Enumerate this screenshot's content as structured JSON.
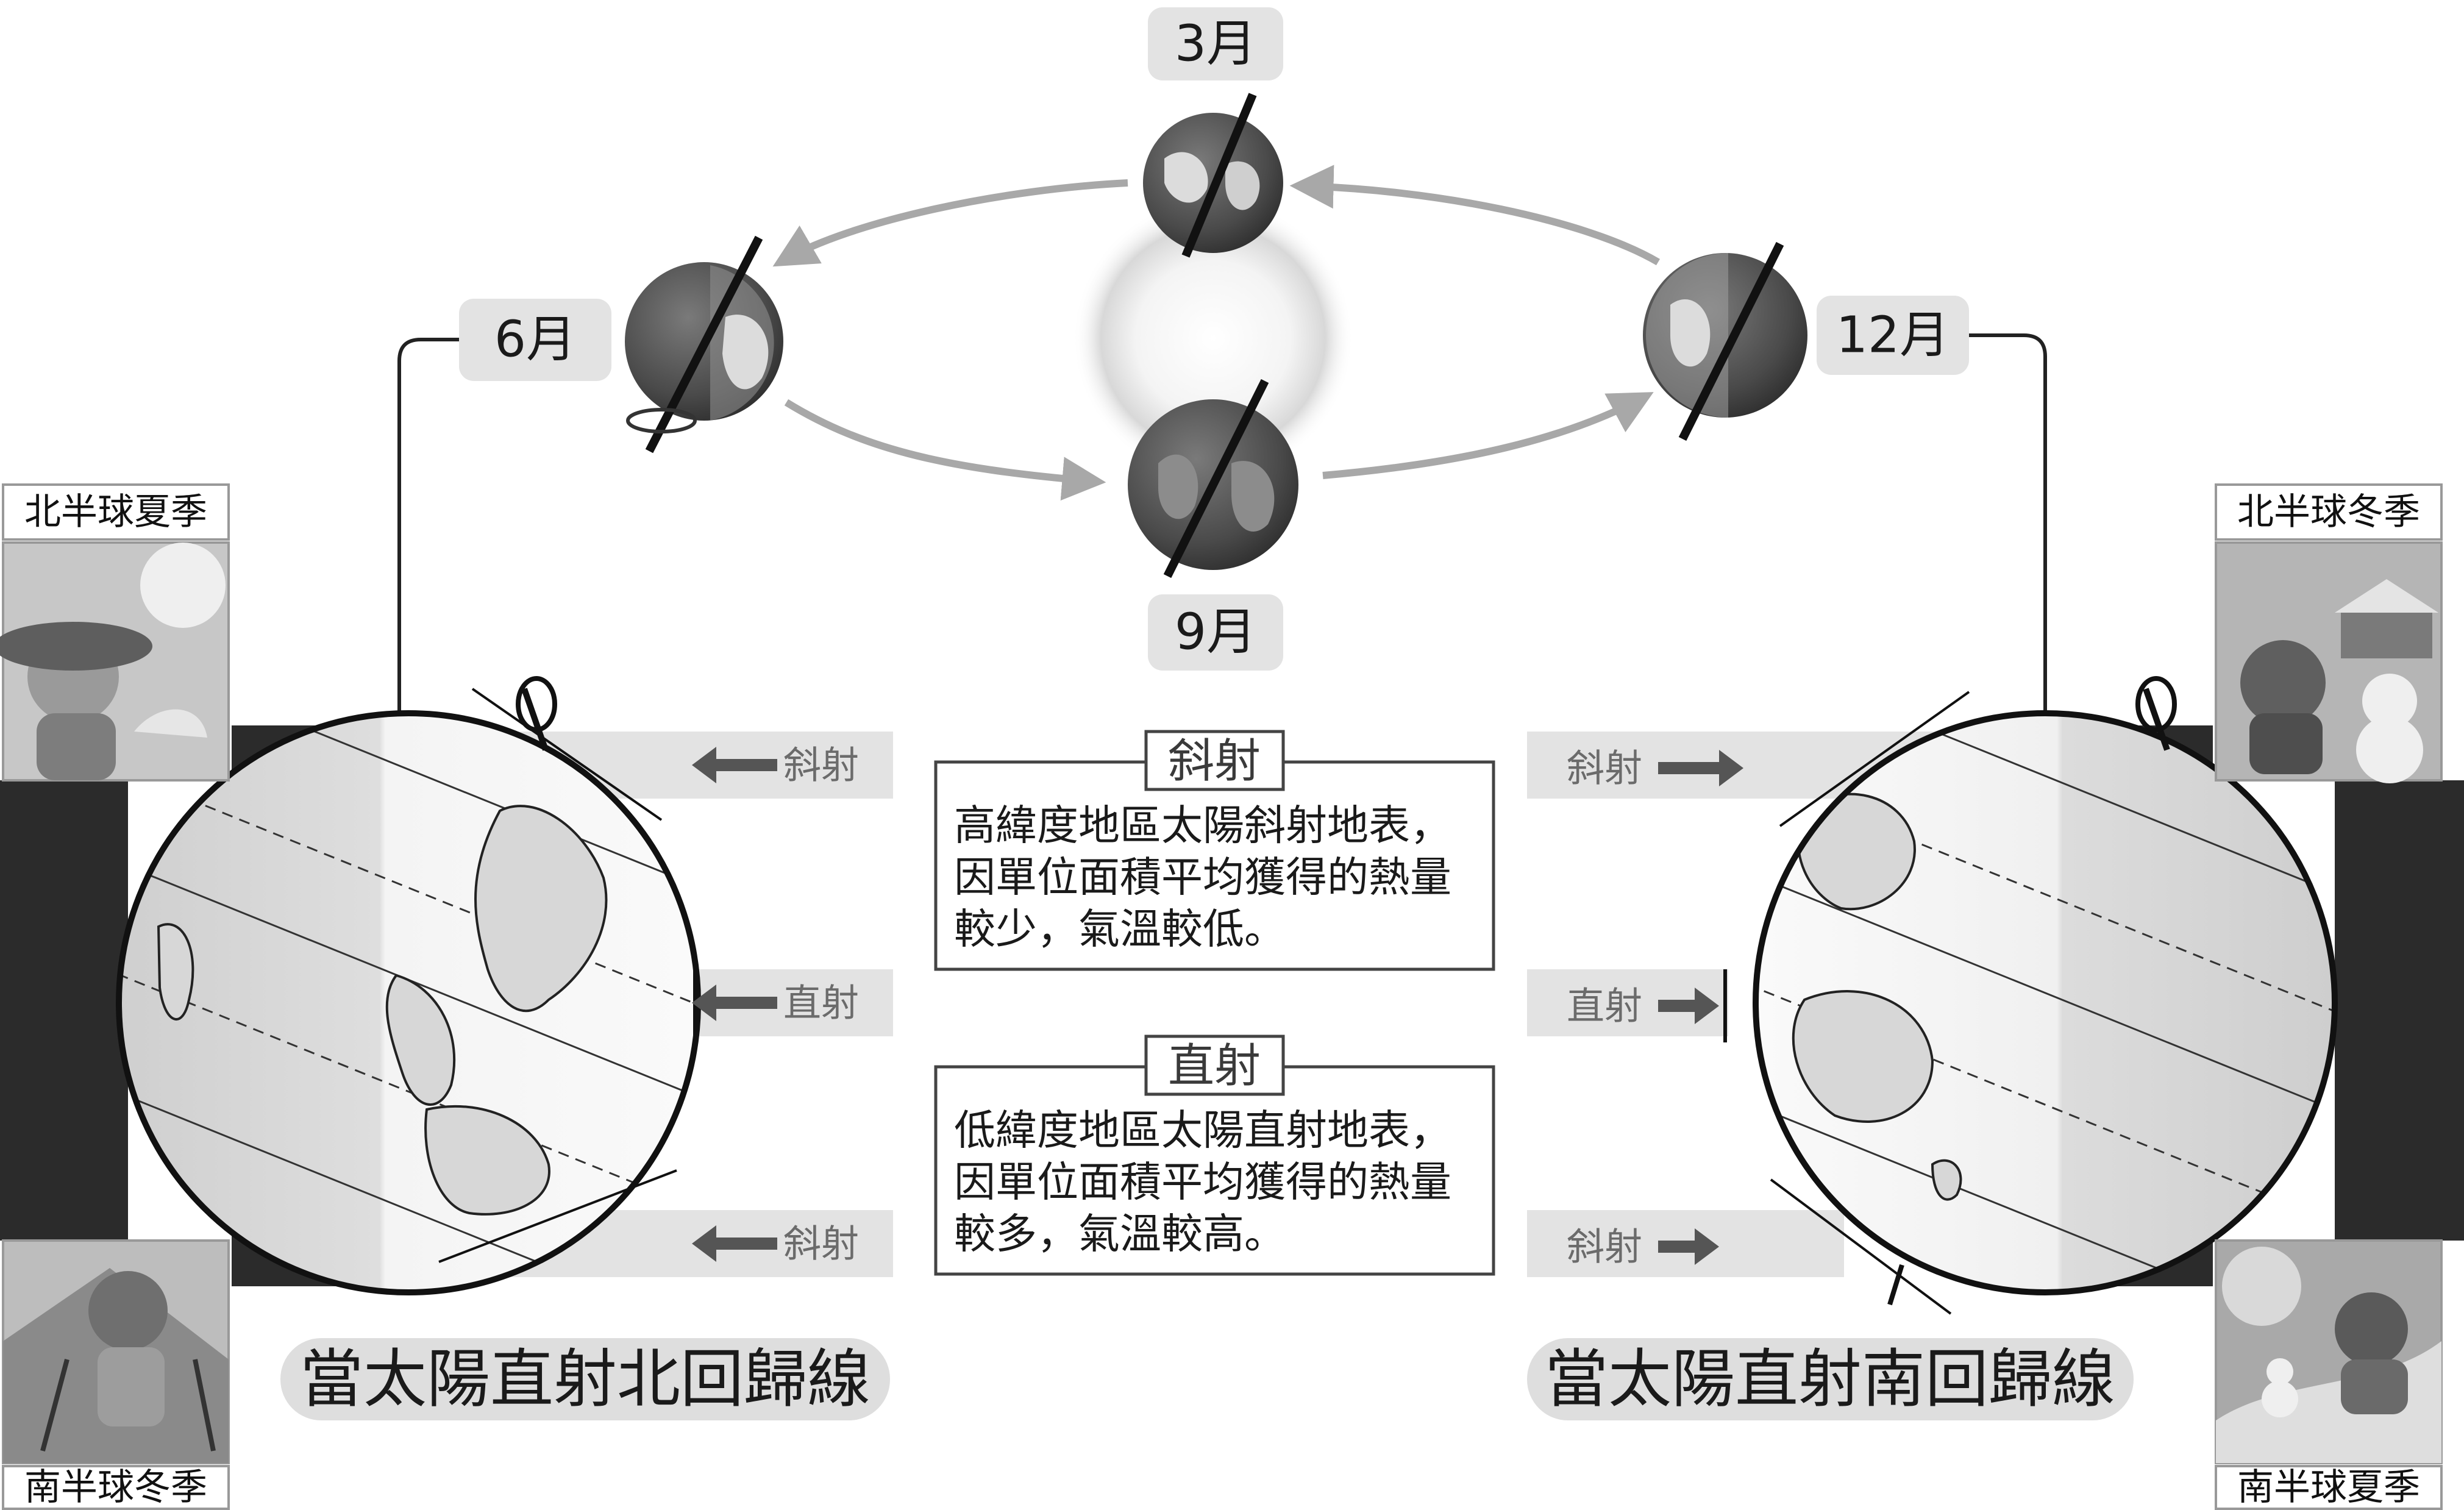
{
  "months": {
    "march": "3月",
    "june": "6月",
    "september": "9月",
    "december": "12月"
  },
  "seasons": {
    "left_top": "北半球夏季",
    "left_bottom": "南半球冬季",
    "right_top": "北半球冬季",
    "right_bottom": "南半球夏季"
  },
  "rays": {
    "oblique": "斜射",
    "direct": "直射"
  },
  "boxes": {
    "oblique": {
      "heading": "斜射",
      "lines": [
        "高緯度地區太陽斜射地表，",
        "因單位面積平均獲得的熱量",
        "較少，氣溫較低。"
      ]
    },
    "direct": {
      "heading": "直射",
      "lines": [
        "低緯度地區太陽直射地表，",
        "因單位面積平均獲得的熱量",
        "較多，氣溫較高。"
      ]
    }
  },
  "titles": {
    "left": "當太陽直射北回歸線",
    "right": "當太陽直射南回歸線"
  },
  "icons": {
    "rotation": "rotation-arrow-icon",
    "ray_arrow": "arrow-icon",
    "sun": "sun-icon",
    "earth": "earth-icon"
  },
  "colors": {
    "dark_band": "#2b2b2b",
    "label_bg": "#e3e3e3",
    "orbit": "#a8a8a8"
  }
}
